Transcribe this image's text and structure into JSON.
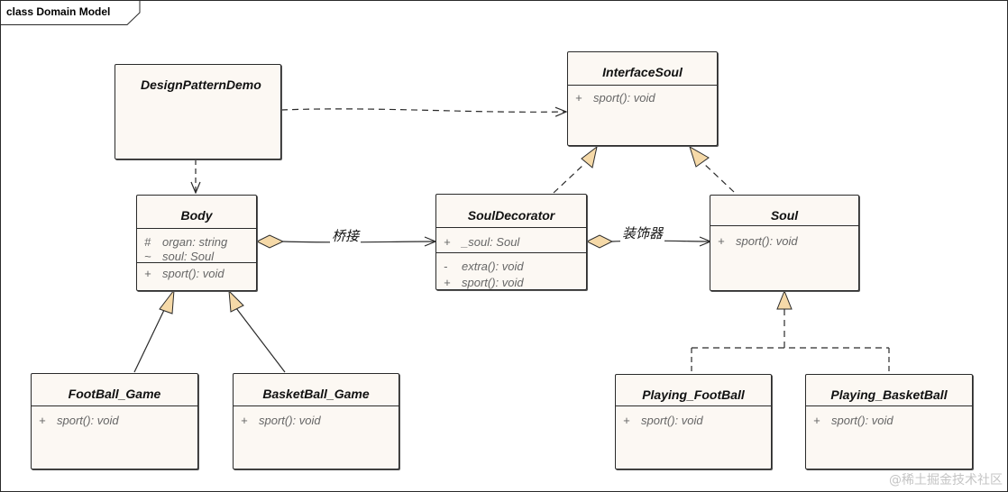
{
  "frame": {
    "title": "class Domain Model"
  },
  "classes": {
    "design_pattern_demo": {
      "name": "DesignPatternDemo"
    },
    "interface_soul": {
      "name": "InterfaceSoul",
      "methods": [
        {
          "vis": "+",
          "text": "sport(): void"
        }
      ]
    },
    "body": {
      "name": "Body",
      "attributes": [
        {
          "vis": "#",
          "text": "organ: string"
        },
        {
          "vis": "~",
          "text": "soul: Soul"
        }
      ],
      "methods": [
        {
          "vis": "+",
          "text": "sport(): void"
        }
      ]
    },
    "soul_decorator": {
      "name": "SoulDecorator",
      "attributes": [
        {
          "vis": "+",
          "text": "_soul: Soul"
        }
      ],
      "methods": [
        {
          "vis": "-",
          "text": "extra(): void"
        },
        {
          "vis": "+",
          "text": "sport(): void"
        }
      ]
    },
    "soul": {
      "name": "Soul",
      "methods": [
        {
          "vis": "+",
          "text": "sport(): void"
        }
      ]
    },
    "football_game": {
      "name": "FootBall_Game",
      "methods": [
        {
          "vis": "+",
          "text": "sport(): void"
        }
      ]
    },
    "basketball_game": {
      "name": "BasketBall_Game",
      "methods": [
        {
          "vis": "+",
          "text": "sport(): void"
        }
      ]
    },
    "playing_football": {
      "name": "Playing_FootBall",
      "methods": [
        {
          "vis": "+",
          "text": "sport(): void"
        }
      ]
    },
    "playing_basketball": {
      "name": "Playing_BasketBall",
      "methods": [
        {
          "vis": "+",
          "text": "sport(): void"
        }
      ]
    }
  },
  "edges": {
    "bridge_label": "桥接",
    "decorator_label": "装饰器"
  },
  "watermark": "@稀土掘金技术社区",
  "colors": {
    "class_fill": "#fcf8f3",
    "arrow_fill": "#f5d9a8",
    "stroke": "#2a2a2a"
  }
}
